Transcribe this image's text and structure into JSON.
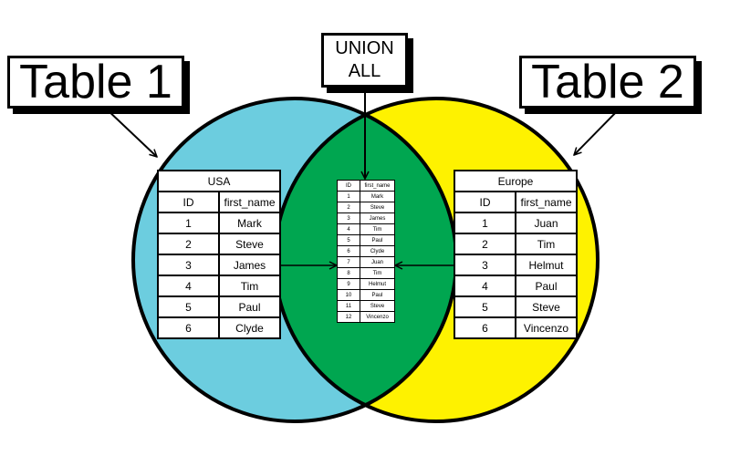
{
  "labels": {
    "table1": "Table 1",
    "table2": "Table 2",
    "union_line1": "UNION",
    "union_line2": "ALL"
  },
  "colors": {
    "left_circle": "#6ccddf",
    "right_circle": "#fef200",
    "overlap": "#00a650"
  },
  "usa": {
    "title": "USA",
    "columns": [
      "ID",
      "first_name"
    ],
    "rows": [
      [
        "1",
        "Mark"
      ],
      [
        "2",
        "Steve"
      ],
      [
        "3",
        "James"
      ],
      [
        "4",
        "Tim"
      ],
      [
        "5",
        "Paul"
      ],
      [
        "6",
        "Clyde"
      ]
    ]
  },
  "europe": {
    "title": "Europe",
    "columns": [
      "ID",
      "first_name"
    ],
    "rows": [
      [
        "1",
        "Juan"
      ],
      [
        "2",
        "Tim"
      ],
      [
        "3",
        "Helmut"
      ],
      [
        "4",
        "Paul"
      ],
      [
        "5",
        "Steve"
      ],
      [
        "6",
        "Vincenzo"
      ]
    ]
  },
  "union": {
    "columns": [
      "ID",
      "first_name"
    ],
    "rows": [
      [
        "1",
        "Mark"
      ],
      [
        "2",
        "Steve"
      ],
      [
        "3",
        "James"
      ],
      [
        "4",
        "Tim"
      ],
      [
        "5",
        "Paul"
      ],
      [
        "6",
        "Clyde"
      ],
      [
        "7",
        "Juan"
      ],
      [
        "8",
        "Tim"
      ],
      [
        "9",
        "Helmut"
      ],
      [
        "10",
        "Paul"
      ],
      [
        "11",
        "Steve"
      ],
      [
        "12",
        "Vincenzo"
      ]
    ]
  }
}
